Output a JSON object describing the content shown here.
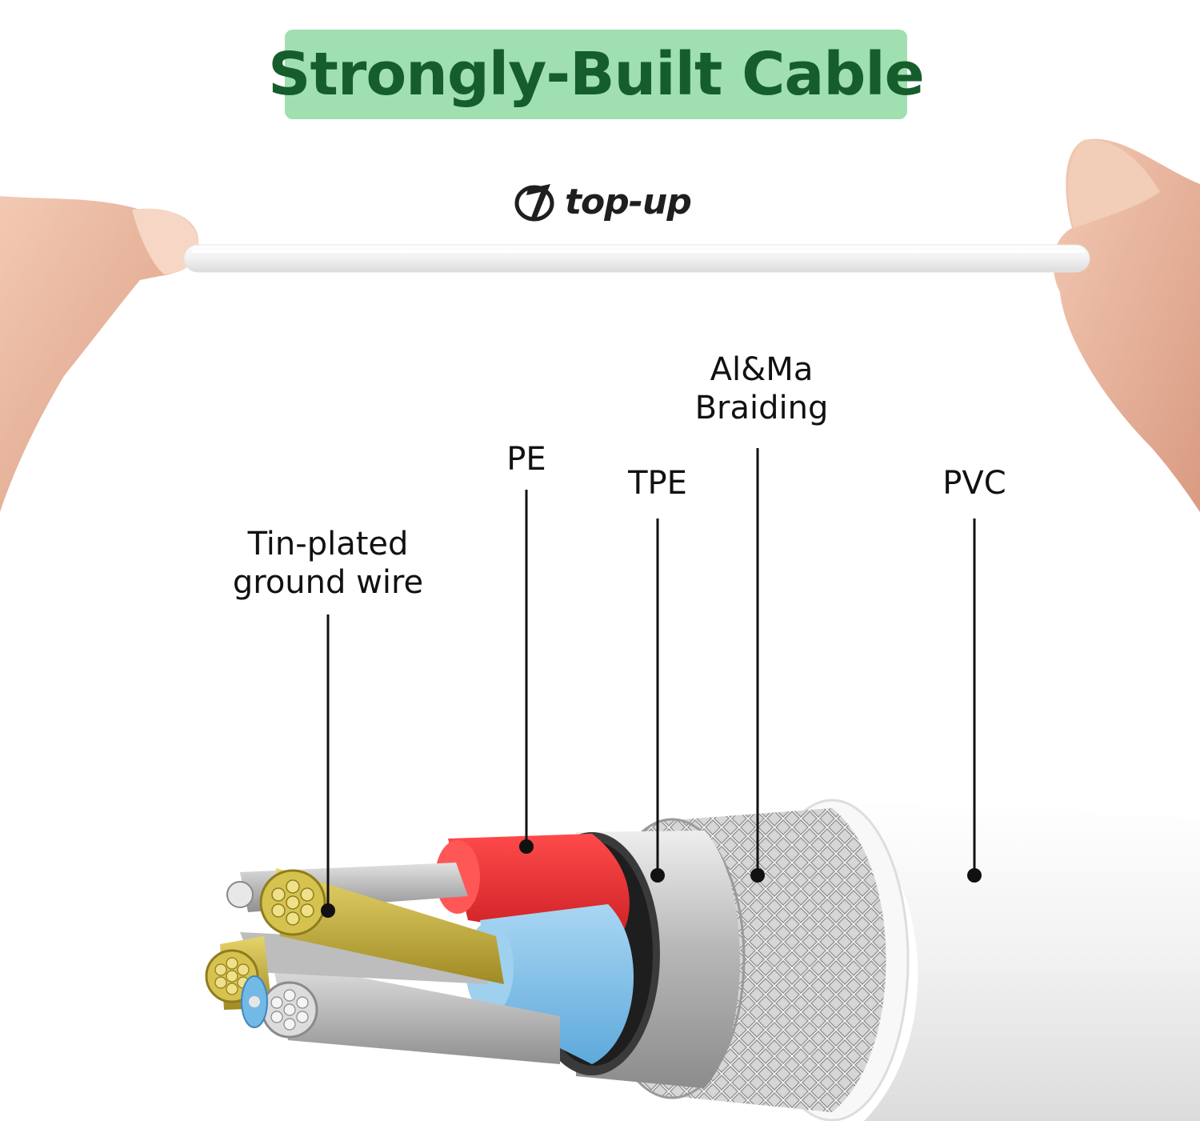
{
  "title": "Strongly-Built Cable",
  "brand": {
    "logo_text": "top-up"
  },
  "labels": {
    "ground_wire_line1": "Tin-plated",
    "ground_wire_line2": "ground wire",
    "pe": "PE",
    "tpe": "TPE",
    "braiding_line1": "Al&Ma",
    "braiding_line2": "Braiding",
    "pvc": "PVC"
  },
  "colors": {
    "title_bg": "#9fdfb0",
    "title_text": "#155e2b",
    "pe_insulation": "#e5262b",
    "tpe_insulation": "#7fbfe6",
    "ground_wire": "#c9b23a",
    "shield": "#c7c7c7",
    "jacket": "#f3f3f3"
  }
}
